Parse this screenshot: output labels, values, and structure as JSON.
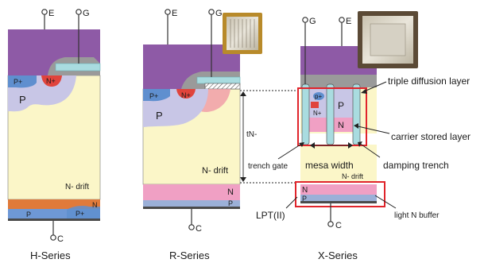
{
  "colors": {
    "emitter_metal": "#8e5aa6",
    "gate_oxide": "#9a9a9a",
    "gate_poly": "#a9dce0",
    "p_base": "#c8c6e6",
    "p_plus": "#5f8fcf",
    "n_plus": "#e0443c",
    "n_plus_r": "#f09aa6",
    "drift": "#fbf6c8",
    "n_buffer_h": "#e07a3a",
    "n_buffer": "#f0a0c4",
    "p_collector": "#9bb0d8",
    "p_collector_h": "#6e98d6",
    "collector_metal": "#4a4a4a",
    "carrier_stored": "#f0a0c4",
    "highlight": "#e0242b"
  },
  "icons": {
    "chip_photo": "die-photo-icon",
    "terminal": "terminal-circle-icon"
  },
  "h_series": {
    "title": "H-Series",
    "terminal_e": "E",
    "terminal_g": "G",
    "terminal_c": "C",
    "p_plus": "P+",
    "n_plus": "N+",
    "p_base": "P",
    "drift": "N- drift",
    "n_layer": "N",
    "p_layer": "P",
    "p_plus_bottom": "P+"
  },
  "r_series": {
    "title": "R-Series",
    "terminal_e": "E",
    "terminal_g": "G",
    "terminal_c": "C",
    "p_plus": "P+",
    "n_plus": "N+",
    "p_base": "P",
    "drift": "N- drift",
    "n_layer": "N",
    "p_layer": "P",
    "t_label": "tN-"
  },
  "x_series": {
    "title": "X-Series",
    "terminal_g": "G",
    "terminal_e": "E",
    "terminal_c": "C",
    "p_plus": "p+",
    "n_plus": "N+",
    "p_base": "P",
    "n_layer": "N",
    "drift": "N- drift",
    "n_bottom": "N",
    "p_bottom": "P"
  },
  "annotations": {
    "triple_diffusion": "triple diffusion layer",
    "carrier_stored": "carrier stored layer",
    "trench_gate": "trench gate",
    "mesa_width": "mesa width",
    "damping_trench": "damping trench",
    "lpt": "LPT(II)",
    "light_n_buffer": "light N buffer"
  }
}
